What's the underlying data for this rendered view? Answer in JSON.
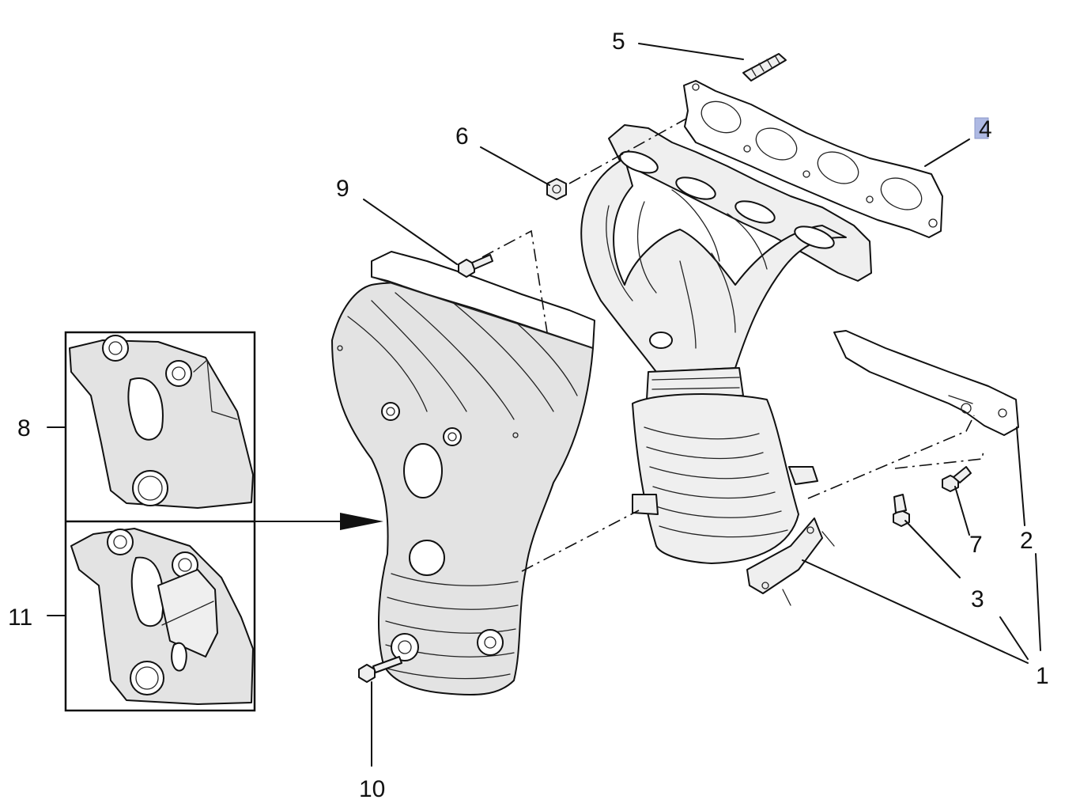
{
  "diagram": {
    "callouts": {
      "c1": "1",
      "c2": "2",
      "c3": "3",
      "c4": "4",
      "c5": "5",
      "c6": "6",
      "c7": "7",
      "c8": "8",
      "c9": "9",
      "c10": "10",
      "c11": "11"
    },
    "highlight_color": "#aeb9e3",
    "line_color": "#111111",
    "shield_fill": "#e3e3e3"
  }
}
